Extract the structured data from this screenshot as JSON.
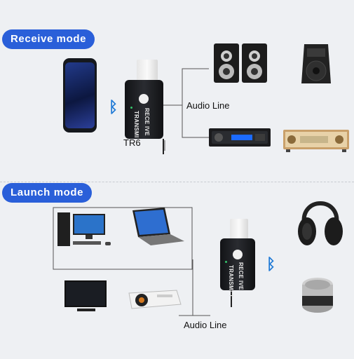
{
  "receive": {
    "title": "Receive mode",
    "audio_line": "Audio Line",
    "model": "TR6",
    "dongle_text_1": "RECE IVE",
    "dongle_text_2": "TRANSMI T"
  },
  "launch": {
    "title": "Launch mode",
    "audio_line": "Audio Line",
    "dongle_text_1": "RECE IVE",
    "dongle_text_2": "TRANSMI T"
  },
  "icons": {
    "bluetooth": "bluetooth-icon",
    "phone": "smartphone",
    "speakers": "bookshelf-speakers",
    "pa_speaker": "pa-speaker",
    "car_stereo": "car-stereo",
    "amplifier": "amplifier",
    "desktop": "desktop-computer",
    "laptop": "laptop",
    "tv": "television",
    "projector": "projector",
    "headphones": "headphones",
    "portable_speaker": "portable-speaker"
  },
  "colors": {
    "accent": "#2a5fd9",
    "bluetooth": "#1f7ad6"
  }
}
